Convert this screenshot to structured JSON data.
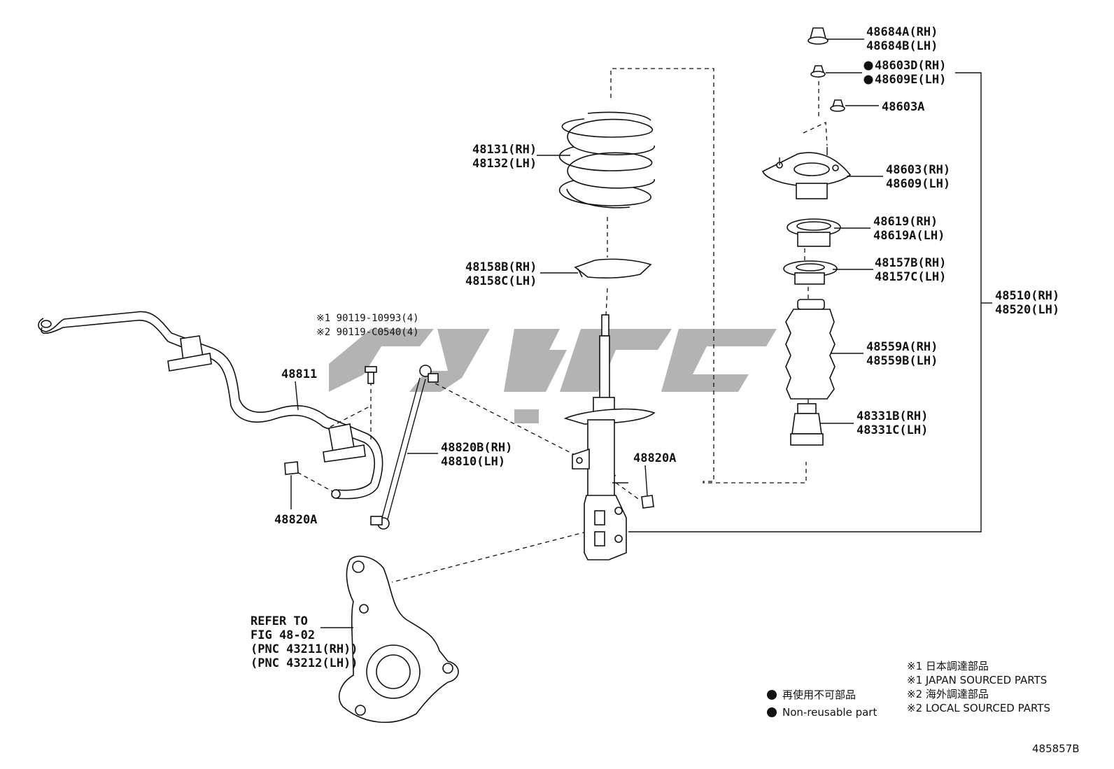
{
  "labels": {
    "l48684": [
      "48684A(RH)",
      "48684B(LH)"
    ],
    "l48603d": [
      "48603D(RH)",
      "48609E(LH)"
    ],
    "l48603a": "48603A",
    "l48603": [
      "48603(RH)",
      "48609(LH)"
    ],
    "l48619": [
      "48619(RH)",
      "48619A(LH)"
    ],
    "l48157": [
      "48157B(RH)",
      "48157C(LH)"
    ],
    "l48510": [
      "48510(RH)",
      "48520(LH)"
    ],
    "l48559": [
      "48559A(RH)",
      "48559B(LH)"
    ],
    "l48331": [
      "48331B(RH)",
      "48331C(LH)"
    ],
    "l48131": [
      "48131(RH)",
      "48132(LH)"
    ],
    "l48158": [
      "48158B(RH)",
      "48158C(LH)"
    ],
    "l90119": [
      "※1 90119-10993(4)",
      "※2 90119-C0540(4)"
    ],
    "l48811": "48811",
    "l48820b": [
      "48820B(RH)",
      "48810(LH)"
    ],
    "l48820a_right": "48820A",
    "l48820a_left": "48820A",
    "refer": [
      "REFER TO",
      "FIG 48-02",
      "(PNC 43211(RH))",
      "(PNC 43212(LH))"
    ]
  },
  "legend": {
    "nonreusable_jp": "再使用不可部品",
    "nonreusable_en": "Non-reusable part",
    "notes": [
      "※1 日本調達部品",
      "※1 JAPAN SOURCED PARTS",
      "※2 海外調達部品",
      "※2 LOCAL SOURCED PARTS"
    ]
  },
  "figure_number": "485857B"
}
